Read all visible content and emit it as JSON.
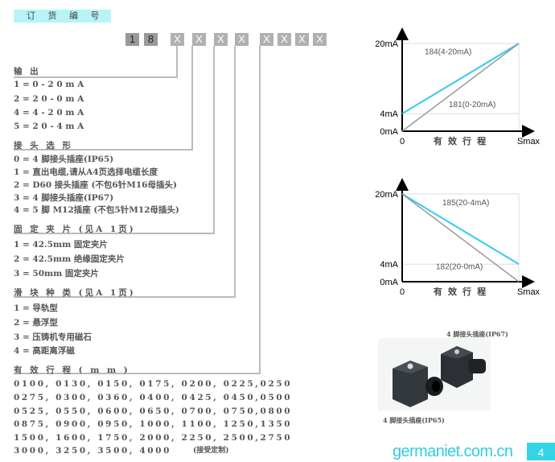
{
  "header": {
    "title": "订 货 编 号"
  },
  "code_boxes": [
    "1",
    "8",
    "X",
    "X",
    "X",
    "X",
    "X",
    "X",
    "X",
    "X"
  ],
  "sections": [
    {
      "title": "输 出",
      "items": [
        "1 = 0 - 2 0 m A",
        "2 = 2 0 - 0 m A",
        "4 = 4 - 2 0 m A",
        "5 = 2 0 - 4 m A"
      ]
    },
    {
      "title": "接 头 选 形",
      "items": [
        "0 = 4 脚接头插座(IP65)",
        "1 = 直出电缆,请从A4页选择电缆长度",
        "2 = D60 接头插座 (不包6针M16母插头)",
        "3 = 4 脚接头插座(IP67)",
        "4 = 5 脚 M12插座 (不包5针M12母插头)"
      ]
    },
    {
      "title": "固 定 夹 片 (见A 1页)",
      "items": [
        "1 = 42.5mm 固定夹片",
        "2 = 42.5mm 绝缘固定夹片",
        "3 = 50mm 固定夹片"
      ]
    },
    {
      "title": "滑 块 种 类 (见A 1页)",
      "items": [
        "1 = 导轨型",
        "2 = 悬浮型",
        "3 = 压铸机专用磁石",
        "4 = 高距离浮磁"
      ]
    },
    {
      "title": "有 效 行 程 ( m m )",
      "items": [
        "0100, 0130, 0150, 0175, 0200, 0225,0250",
        "0275, 0300, 0360, 0400, 0425, 0450,0500",
        "0525, 0550, 0600, 0650, 0700, 0750,0800",
        "0875, 0900, 0950, 1000, 1100, 1250,1350",
        "1500, 1600, 1750, 2000, 2250, 2500,2750",
        "3000, 3250, 3500, 4000"
      ]
    }
  ],
  "stroke_note": "(接受定制)",
  "chart_data": [
    {
      "type": "line",
      "xlabel": "有 效 行 程",
      "x_ticks": [
        "0",
        "Smax"
      ],
      "y_ticks": [
        "0mA",
        "4mA",
        "20mA"
      ],
      "ylim": [
        0,
        20
      ],
      "series": [
        {
          "name": "184(4-20mA)",
          "color": "#33ccee",
          "values": [
            4,
            20
          ]
        },
        {
          "name": "181(0-20mA)",
          "color": "#999999",
          "values": [
            0,
            20
          ]
        }
      ]
    },
    {
      "type": "line",
      "xlabel": "有 效 行 程",
      "x_ticks": [
        "0",
        "Smax"
      ],
      "y_ticks": [
        "0mA",
        "4mA",
        "20mA"
      ],
      "ylim": [
        0,
        20
      ],
      "series": [
        {
          "name": "185(20-4mA)",
          "color": "#33ccee",
          "values": [
            20,
            4
          ]
        },
        {
          "name": "182(20-0mA)",
          "color": "#999999",
          "values": [
            20,
            0
          ]
        }
      ]
    }
  ],
  "photo": {
    "caption_top": "4 脚接头插座(IP67)",
    "caption_bottom": "4 脚接头插座(IP65)"
  },
  "footer": {
    "site": "germaniet.com.cn",
    "page": "4"
  }
}
